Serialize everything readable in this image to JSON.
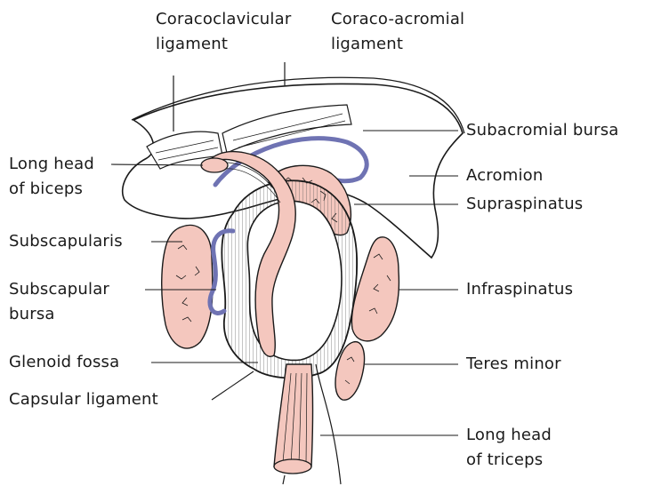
{
  "labels": {
    "coracoclavicular_1": "Coracoclavicular",
    "coracoclavicular_2": "ligament",
    "coracoacromial_1": "Coraco-acromial",
    "coracoacromial_2": "ligament",
    "subacromial_bursa": "Subacromial bursa",
    "long_head_biceps_1": "Long head",
    "long_head_biceps_2": "of biceps",
    "acromion": "Acromion",
    "supraspinatus": "Supraspinatus",
    "subscapularis": "Subscapularis",
    "subscapular_bursa_1": "Subscapular",
    "subscapular_bursa_2": "bursa",
    "infraspinatus": "Infraspinatus",
    "glenoid_fossa": "Glenoid fossa",
    "teres_minor": "Teres minor",
    "capsular_ligament": "Capsular ligament",
    "long_head_triceps_1": "Long head",
    "long_head_triceps_2": "of triceps"
  },
  "colors": {
    "muscle": "#f4c7be",
    "bursa": "#6f73b3",
    "ink": "#1a1a1a",
    "capsule": "#e9e9e9"
  }
}
